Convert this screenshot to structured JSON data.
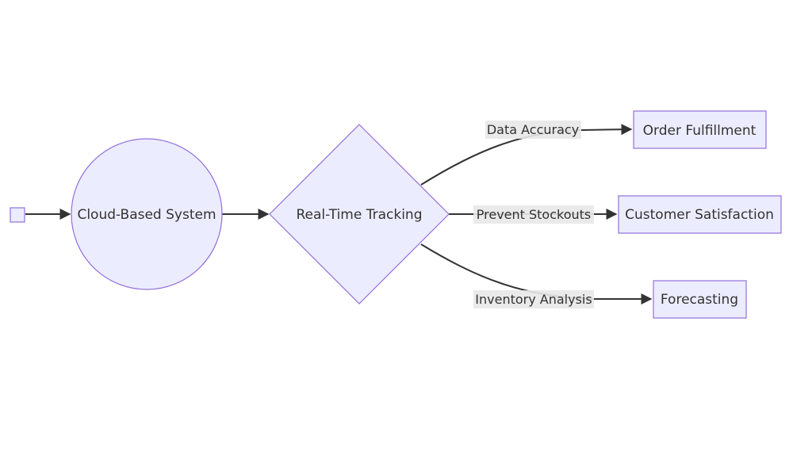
{
  "diagram": {
    "colors": {
      "node_fill": "#ececff",
      "node_stroke": "#9370db",
      "edge": "#333333",
      "label_bg": "#e8e8e8",
      "text": "#333333"
    },
    "nodes": {
      "start": {
        "label": ""
      },
      "cloud": {
        "label": "Cloud-Based System"
      },
      "tracking": {
        "label": "Real-Time Tracking"
      },
      "order": {
        "label": "Order Fulfillment"
      },
      "customer": {
        "label": "Customer Satisfaction"
      },
      "forecast": {
        "label": "Forecasting"
      }
    },
    "edges": {
      "start_cloud": {
        "label": ""
      },
      "cloud_tracking": {
        "label": ""
      },
      "tracking_order": {
        "label": "Data Accuracy"
      },
      "tracking_customer": {
        "label": "Prevent Stockouts"
      },
      "tracking_forecast": {
        "label": "Inventory Analysis"
      }
    }
  }
}
